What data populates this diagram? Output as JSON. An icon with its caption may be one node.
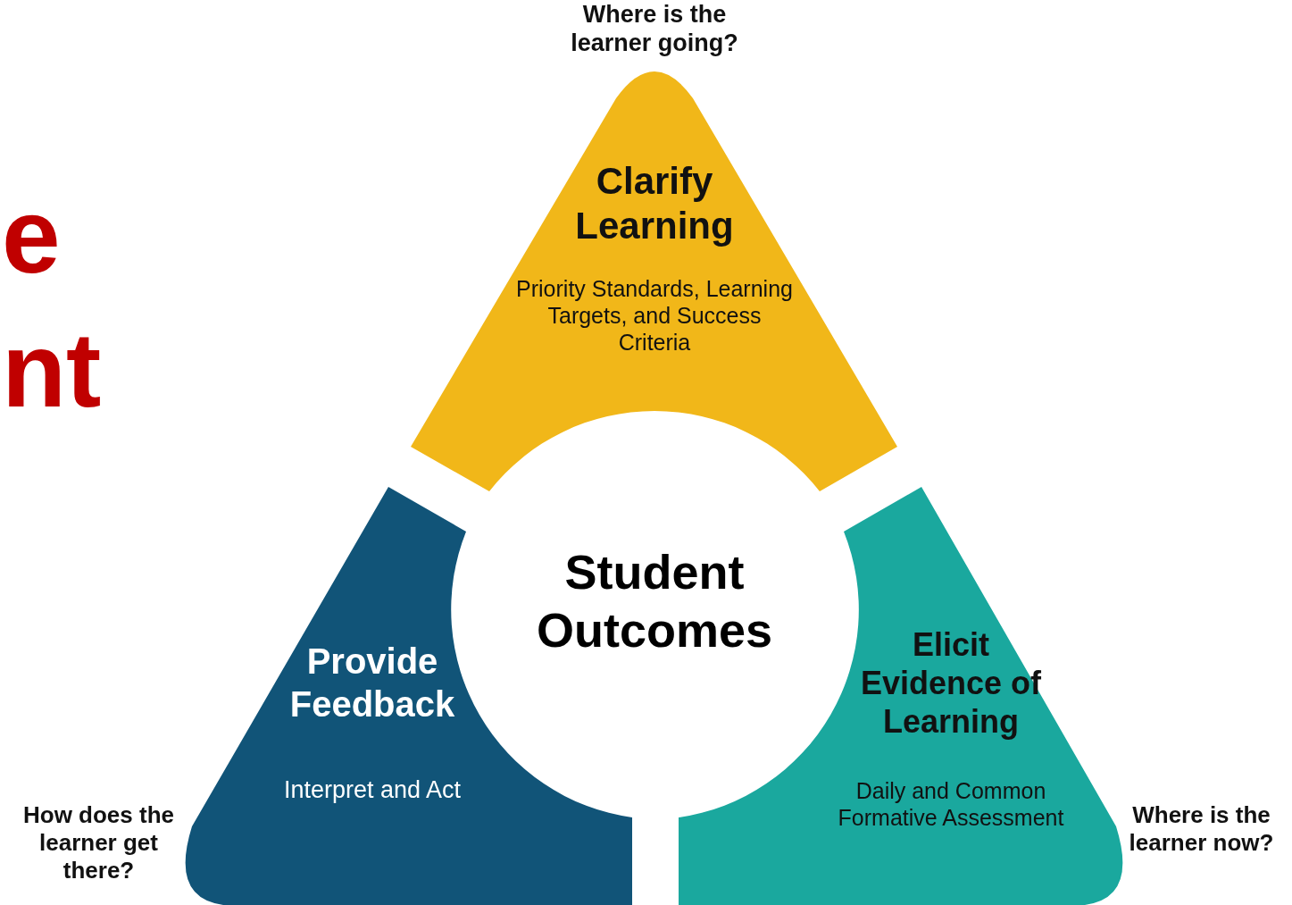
{
  "diagram": {
    "nodes": [
      {
        "text": [
          "Clarify Learning",
          "Priority Standards, Learning Targets, and Success Criteria"
        ],
        "beside": [
          "Where is the learner going?"
        ]
      },
      {
        "text": [
          "Student Outcomes"
        ]
      },
      {
        "text": [
          "Provide Feedback",
          "Interpret and Act"
        ],
        "beside": [
          "How does the learner get there?"
        ]
      },
      {
        "text": [
          "Elicit Evidence of Learning",
          "Daily and Common Formative Assessment"
        ],
        "beside": [
          "Where is the learner now?"
        ]
      }
    ],
    "labels": [
      "e",
      "nt"
    ]
  }
}
